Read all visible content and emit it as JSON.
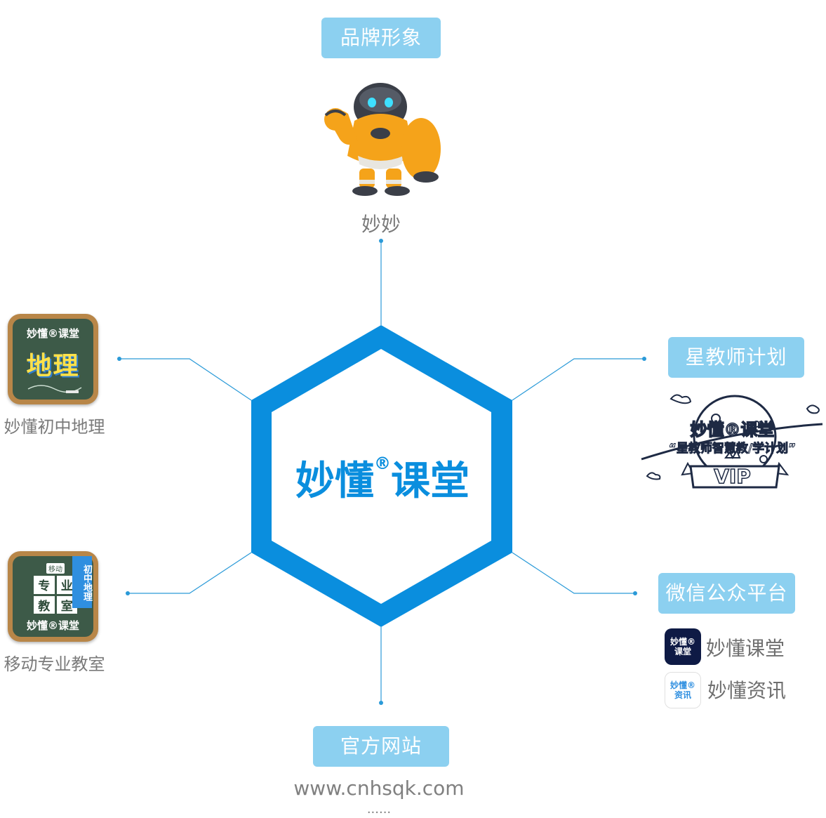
{
  "center": {
    "brand_main": "妙懂",
    "brand_reg": "®",
    "brand_tail": "课堂"
  },
  "top": {
    "pill": "品牌形象",
    "caption": "妙妙"
  },
  "left_top": {
    "icon_top": "妙懂®课堂",
    "icon_big": "地理",
    "caption": "妙懂初中地理"
  },
  "left_bottom": {
    "icon_tag": "移动",
    "icon_cells": [
      "专",
      "业",
      "教",
      "室"
    ],
    "icon_ribbon": "初中地理",
    "icon_bottom": "妙懂®课堂",
    "caption": "移动专业教室"
  },
  "right_top": {
    "pill": "星教师计划",
    "badge_line1": "妙懂®课堂",
    "badge_line2": "“星教师智慧教/学计划”",
    "badge_vip": "VIP"
  },
  "right_bottom": {
    "pill": "微信公众平台",
    "accounts": [
      {
        "icon_text": "妙懂®课堂",
        "label": "妙懂课堂"
      },
      {
        "icon_text": "妙懂®资讯",
        "label": "妙懂资讯"
      }
    ]
  },
  "bottom": {
    "pill": "官方网站",
    "url": "www.cnhsqk.com",
    "more": "......"
  },
  "colors": {
    "hex_blue": "#0a8ede",
    "line_blue": "#2a9ad8",
    "pill_blue": "#8cd0f0",
    "robot_orange": "#f5a31a"
  }
}
